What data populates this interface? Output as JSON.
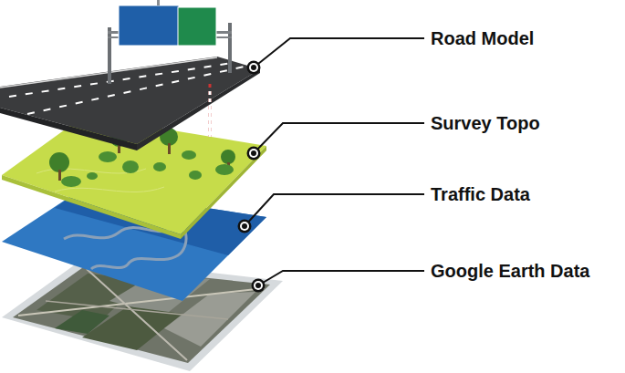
{
  "diagram": {
    "labels": [
      "Road Model",
      "Survey Topo",
      "Traffic Data",
      "Google Earth Data"
    ]
  }
}
